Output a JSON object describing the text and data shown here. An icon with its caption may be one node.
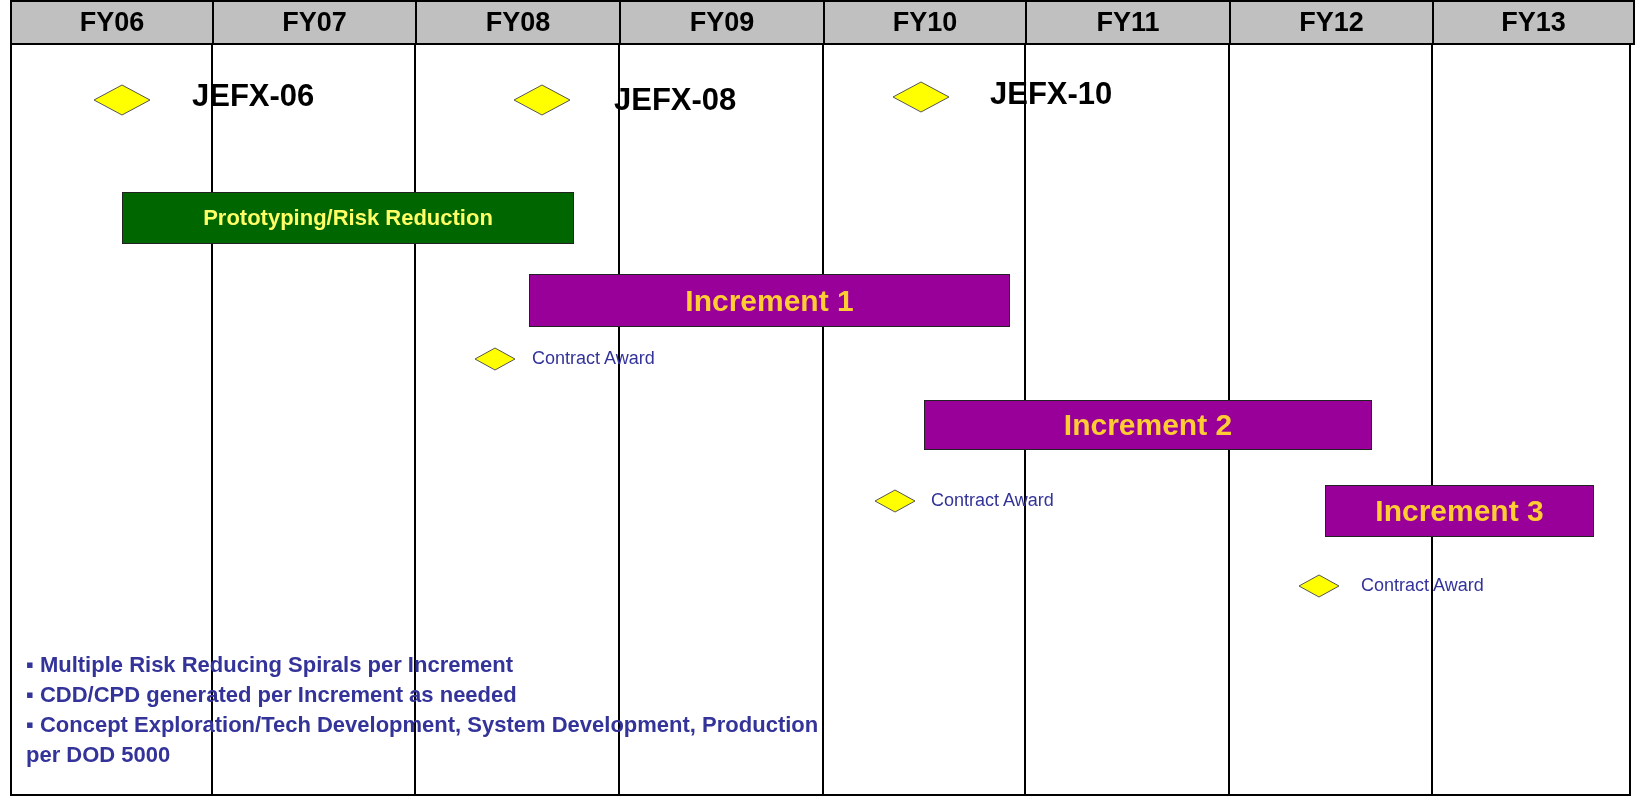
{
  "diagram": {
    "nodes": [
      {
        "text": [],
        "shape": "diamond",
        "beside": [
          "JEFX-06"
        ]
      },
      {
        "text": [],
        "shape": "diamond",
        "beside": [
          "JEFX-08"
        ]
      },
      {
        "text": [],
        "shape": "diamond",
        "beside": [
          "JEFX-10"
        ]
      },
      {
        "text": [
          "Prototyping/Risk Reduction"
        ]
      },
      {
        "text": [
          "Increment 1"
        ]
      },
      {
        "text": [],
        "shape": "diamond",
        "beside": [
          "Contract Award"
        ]
      },
      {
        "text": [
          "Increment 2"
        ]
      },
      {
        "text": [],
        "shape": "diamond",
        "beside": [
          "Contract Award"
        ]
      },
      {
        "text": [
          "Increment 3"
        ]
      },
      {
        "text": [],
        "shape": "diamond",
        "beside": [
          "Contract Award"
        ]
      }
    ],
    "edges": [],
    "labels": [
      "FY06",
      "FY07",
      "FY08",
      "FY09",
      "FY10",
      "FY11",
      "FY12",
      "FY13",
      "▪ Multiple Risk Reducing Spirals per Increment",
      "▪ CDD/CPD generated per Increment as needed",
      "▪ Concept Exploration/Tech Development, System Development, Production per DOD 5000"
    ]
  }
}
